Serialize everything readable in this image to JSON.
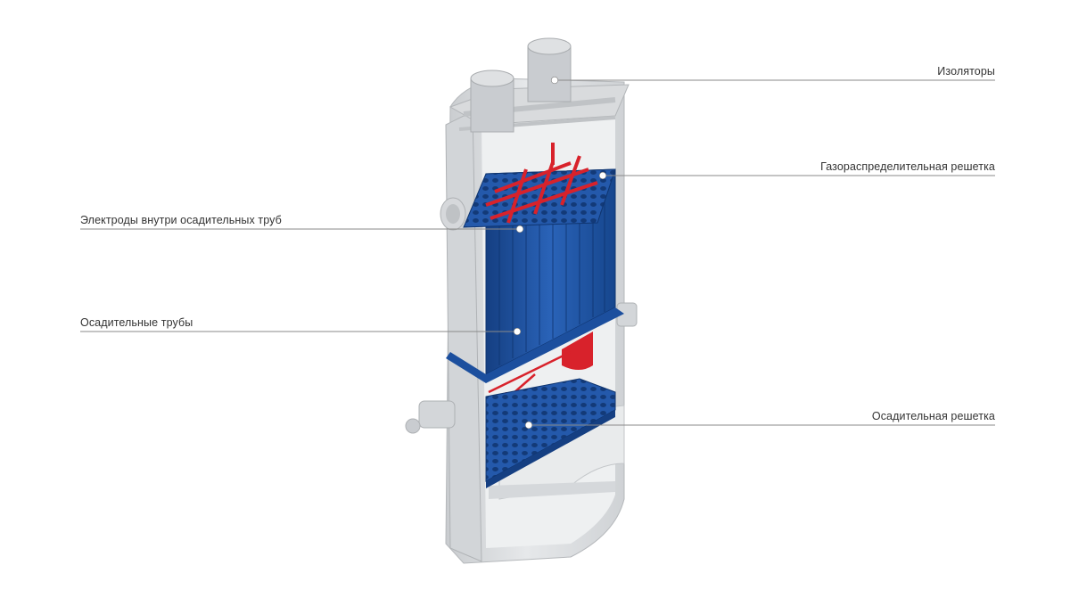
{
  "diagram": {
    "labels": {
      "insulators": "Изоляторы",
      "gas_grid": "Газораспределительная решетка",
      "electrodes": "Электроды внутри осадительных  труб",
      "tubes": "Осадительные трубы",
      "settling_grid": "Осадительная решетка"
    },
    "colors": {
      "shell": "#dcdee0",
      "shell_shade": "#c4c7ca",
      "tubes_blue": "#1f56a8",
      "electrodes_red": "#d8222b",
      "leader_line": "#8a8a8a",
      "marker": "#ffffff"
    }
  }
}
